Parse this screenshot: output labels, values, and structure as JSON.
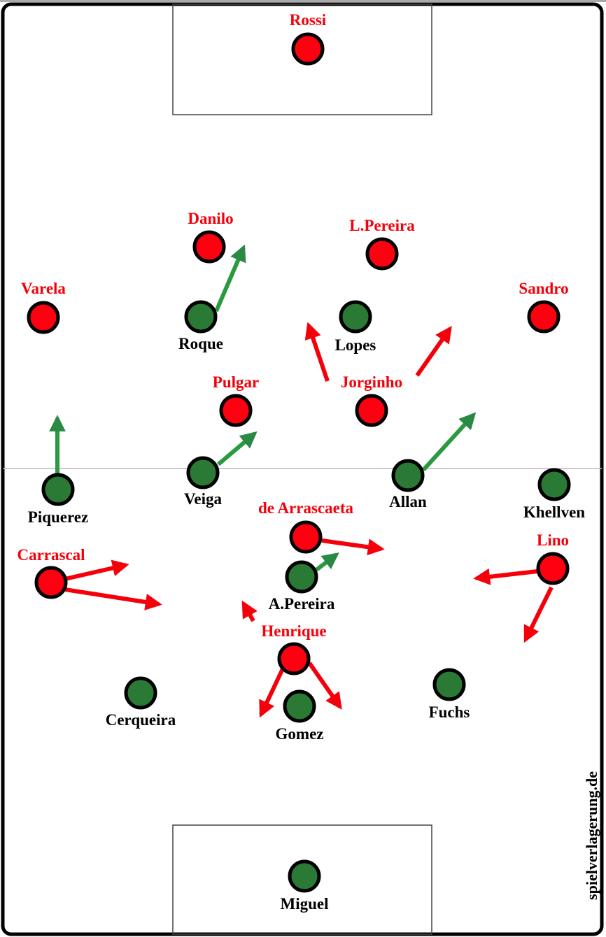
{
  "watermark": "spielverlagerung.de",
  "colors": {
    "red_team": "#ff0010",
    "green_team": "#2a7a35",
    "red_arrow": "#f5000a",
    "green_arrow": "#2a9a40"
  },
  "red_team": {
    "rossi": "Rossi",
    "danilo": "Danilo",
    "lpereira": "L.Pereira",
    "varela": "Varela",
    "sandro": "Sandro",
    "pulgar": "Pulgar",
    "jorginho": "Jorginho",
    "arrascaeta": "de Arrascaeta",
    "lino": "Lino",
    "carrascal": "Carrascal",
    "henrique": "Henrique"
  },
  "green_team": {
    "roque": "Roque",
    "lopes": "Lopes",
    "piquerez": "Piquerez",
    "veiga": "Veiga",
    "allan": "Allan",
    "khellven": "Khellven",
    "apereira": "A.Pereira",
    "cerqueira": "Cerqueira",
    "gomez": "Gomez",
    "fuchs": "Fuchs",
    "miguel": "Miguel"
  }
}
